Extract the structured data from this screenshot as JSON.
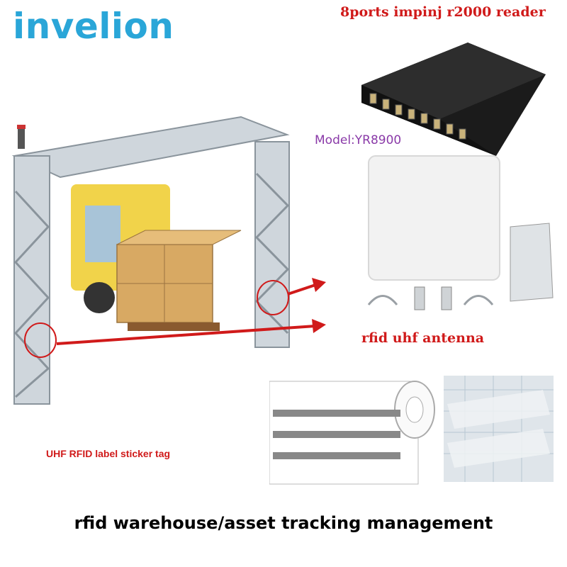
{
  "brand": {
    "name": "invelion"
  },
  "reader": {
    "title": "8ports impinj r2000 reader",
    "model": "Model:YR8900"
  },
  "antenna": {
    "label": "rfid uhf antenna"
  },
  "tag": {
    "label": "UHF RFID label sticker tag"
  },
  "footer": {
    "title": "rfid warehouse/asset tracking management"
  },
  "colors": {
    "brand": "#2aa6d8",
    "accent_red": "#d01a1a",
    "model_purple": "#8a3aa8"
  }
}
